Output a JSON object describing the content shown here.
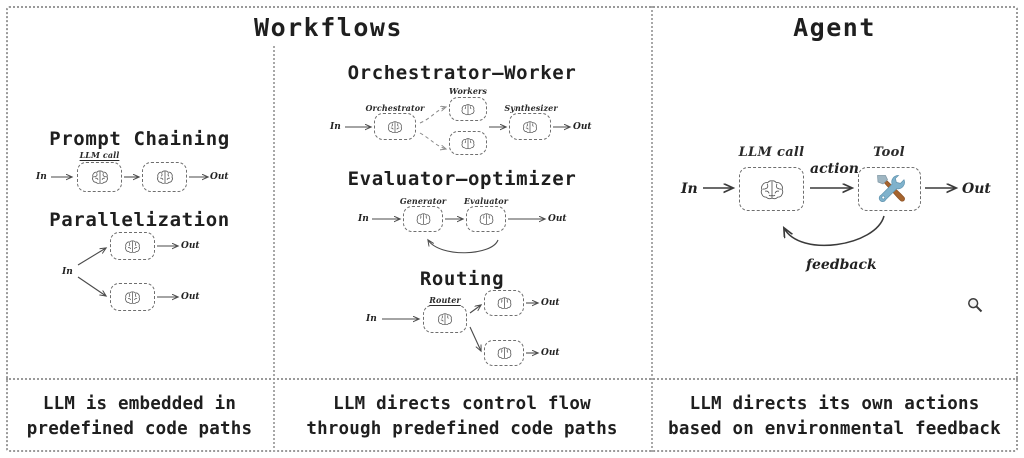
{
  "figure": {
    "kind": "diagram",
    "columns": [
      {
        "id": "workflows-left",
        "title": "Workflows",
        "caption": "LLM is embedded in\npredefined code paths"
      },
      {
        "id": "workflows-right",
        "title": "",
        "caption": "LLM directs control flow\nthrough predefined code paths"
      },
      {
        "id": "agent",
        "title": "Agent",
        "caption": "LLM directs its own actions\nbased on environmental feedback"
      }
    ],
    "patterns": [
      {
        "name": "Prompt Chaining",
        "column": "workflows-left",
        "nodes": [
          {
            "label": "LLM call",
            "icon": "brain-icon",
            "underlined": true
          },
          {
            "label": "",
            "icon": "brain-icon",
            "underlined": false
          }
        ],
        "edges": [
          {
            "from": "In"
          },
          {
            "to": "Out"
          }
        ],
        "in_label": "In",
        "out_label": "Out"
      },
      {
        "name": "Parallelization",
        "column": "workflows-left",
        "nodes": [
          {
            "label": "",
            "icon": "brain-icon"
          },
          {
            "label": "",
            "icon": "brain-icon"
          }
        ],
        "in_label": "In",
        "out_labels": [
          "Out",
          "Out"
        ]
      },
      {
        "name": "Orchestrator–Worker",
        "column": "workflows-right",
        "nodes": [
          {
            "label": "Orchestrator",
            "icon": "brain-icon"
          },
          {
            "label": "Workers",
            "icon": "brain-icon"
          },
          {
            "label": "",
            "icon": "brain-icon"
          },
          {
            "label": "Synthesizer",
            "icon": "brain-icon"
          }
        ],
        "in_label": "In",
        "out_label": "Out"
      },
      {
        "name": "Evaluator–optimizer",
        "column": "workflows-right",
        "nodes": [
          {
            "label": "Generator",
            "icon": "brain-icon"
          },
          {
            "label": "Evaluator",
            "icon": "brain-icon"
          }
        ],
        "in_label": "In",
        "out_label": "Out",
        "loop": true
      },
      {
        "name": "Routing",
        "column": "workflows-right",
        "nodes": [
          {
            "label": "Router",
            "icon": "brain-icon"
          },
          {
            "label": "",
            "icon": "brain-icon"
          },
          {
            "label": "",
            "icon": "brain-icon"
          }
        ],
        "in_label": "In",
        "out_labels": [
          "Out",
          "Out"
        ]
      },
      {
        "name": "",
        "column": "agent",
        "nodes": [
          {
            "label": "LLM call",
            "icon": "brain-icon"
          },
          {
            "label": "Tool",
            "icon": "tool-icon"
          }
        ],
        "in_label": "In",
        "out_label": "Out",
        "edge_labels": {
          "forward": "action",
          "loop": "feedback"
        }
      }
    ],
    "overlay": {
      "zoom_icon": "magnifier-icon"
    },
    "colors": {
      "ink": "#1f1f1f",
      "stroke": "#4a4a4a",
      "dashed_border": "#6e6e6e",
      "divider": "#9a9a9a",
      "background": "#ffffff",
      "tool_wrench": "#7fb2cc",
      "tool_hammer_handle": "#a5642e",
      "tool_hammer_head": "#8fa8b5"
    }
  }
}
